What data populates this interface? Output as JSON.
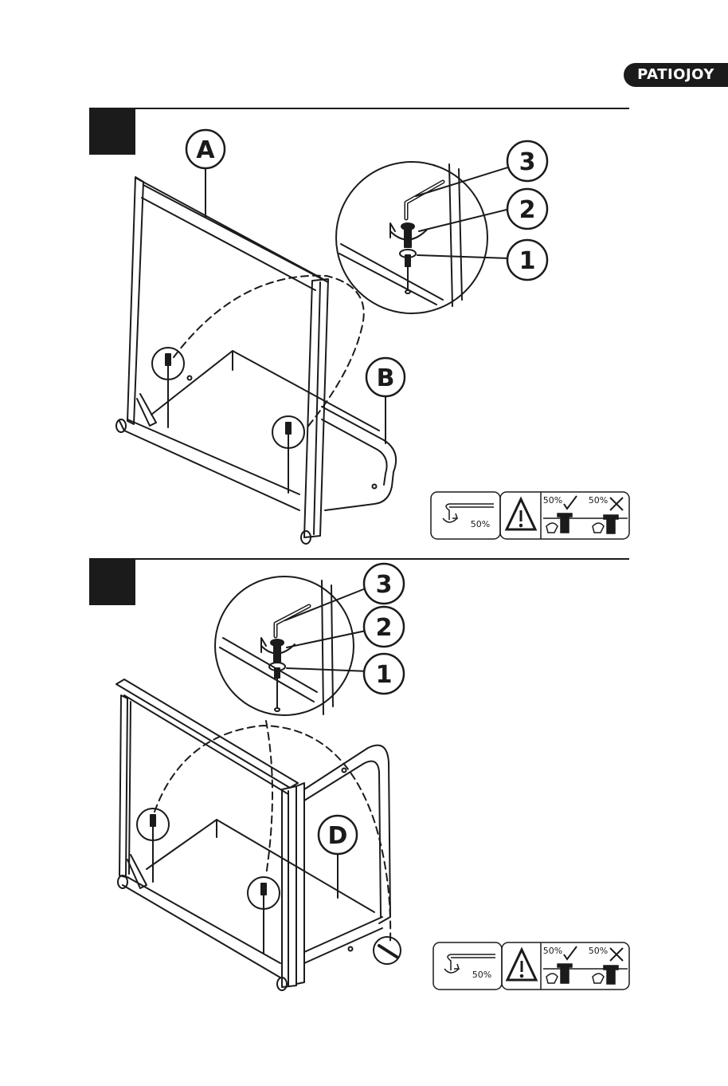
{
  "brand": {
    "name": "PATIOJOY"
  },
  "steps": [
    {
      "part_labels": [
        "A",
        "B"
      ],
      "callouts": [
        "3",
        "2",
        "1"
      ],
      "warning_panel": {
        "tighten_label": "50%",
        "left_label": "50%",
        "right_label": "50%",
        "check_icon": "check-icon",
        "cross_icon": "cross-icon"
      }
    },
    {
      "part_labels": [
        "D"
      ],
      "callouts": [
        "3",
        "2",
        "1"
      ],
      "warning_panel": {
        "tighten_label": "50%",
        "left_label": "50%",
        "right_label": "50%",
        "check_icon": "check-icon",
        "cross_icon": "cross-icon"
      }
    }
  ]
}
